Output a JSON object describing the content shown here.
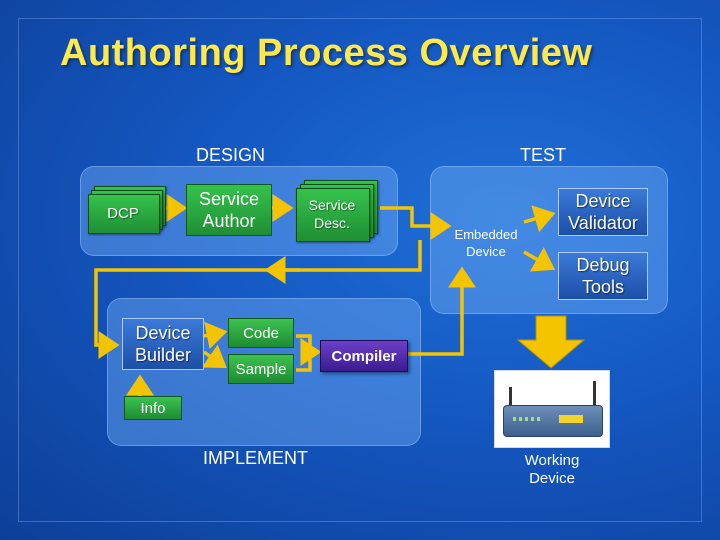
{
  "title": "Authoring Process Overview",
  "sections": {
    "design": "DESIGN",
    "test": "TEST",
    "implement": "IMPLEMENT"
  },
  "nodes": {
    "dcp": "DCP",
    "service_author": "Service Author",
    "service_desc": "Service Desc.",
    "embedded_device": "Embedded Device",
    "device_validator": "Device Validator",
    "debug_tools": "Debug Tools",
    "device_builder": "Device Builder",
    "code": "Code",
    "sample": "Sample",
    "compiler": "Compiler",
    "info": "Info",
    "working_device": "Working Device"
  },
  "colors": {
    "title": "#ffe84a",
    "arrow": "#f5c400",
    "doc_green": "#2aa83f",
    "tool_blue": "#2a62c0",
    "compiler_purple": "#55309f"
  }
}
